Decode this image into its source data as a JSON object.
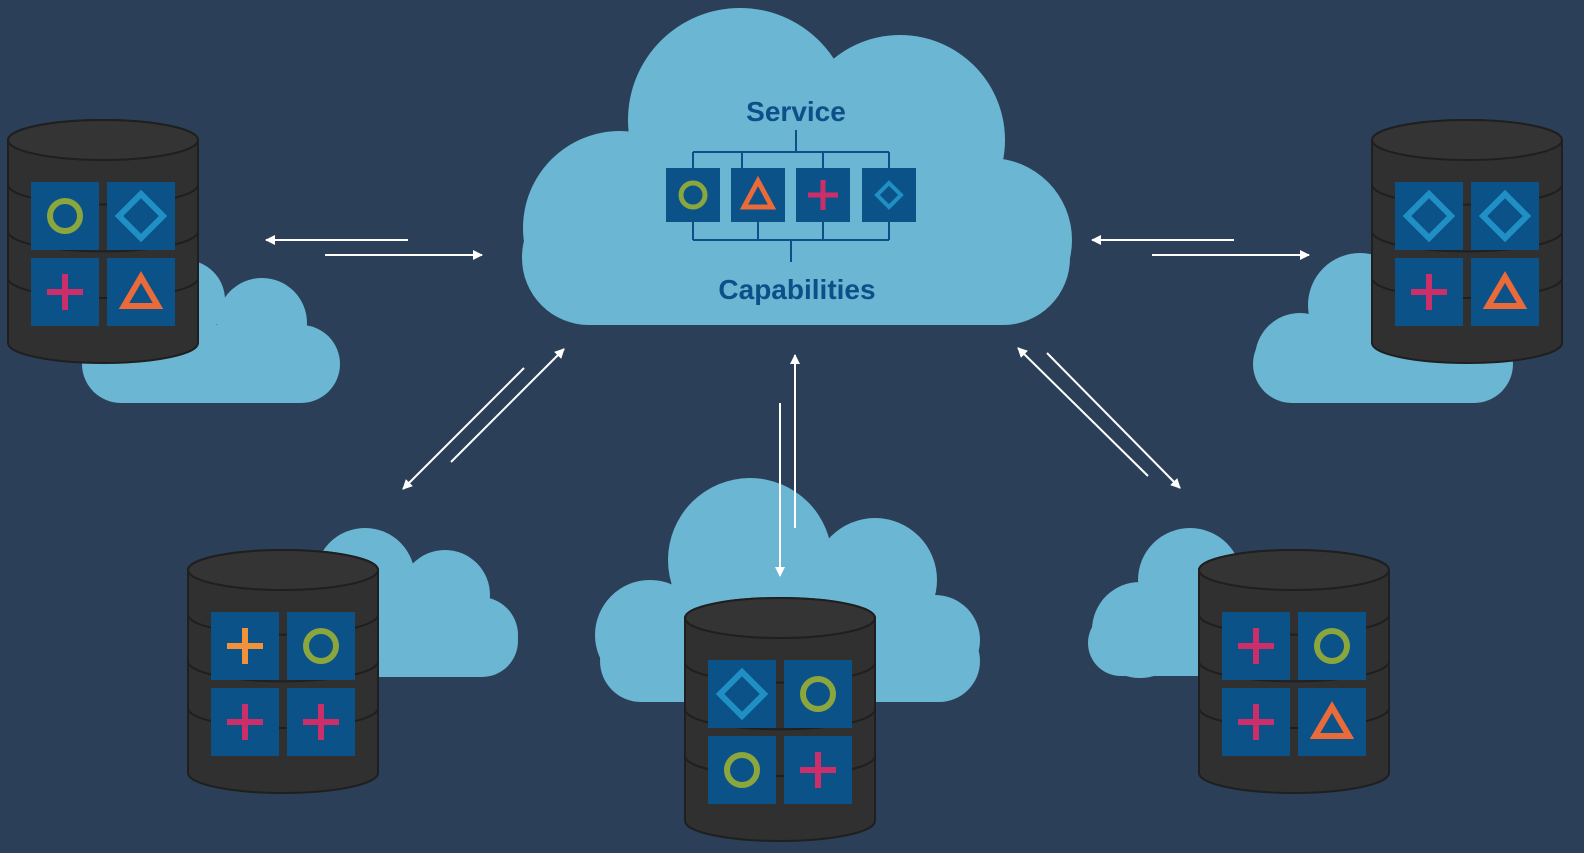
{
  "diagram": {
    "center": {
      "title": "Service",
      "subtitle": "Capabilities",
      "capabilities": [
        "circle",
        "triangle",
        "plus",
        "diamond"
      ]
    },
    "nodes": [
      {
        "name": "node-top-left",
        "tiles": [
          "circle",
          "diamond",
          "plus",
          "triangle"
        ]
      },
      {
        "name": "node-top-right",
        "tiles": [
          "diamond",
          "diamond",
          "plus",
          "triangle"
        ]
      },
      {
        "name": "node-bottom-left",
        "tiles": [
          "plus-orange",
          "circle",
          "plus",
          "plus"
        ]
      },
      {
        "name": "node-bottom-center",
        "tiles": [
          "diamond",
          "circle",
          "circle",
          "plus"
        ]
      },
      {
        "name": "node-bottom-right",
        "tiles": [
          "plus",
          "circle",
          "plus",
          "triangle"
        ]
      }
    ],
    "colors": {
      "background": "#2b4058",
      "cloud": "#6bb6d2",
      "label": "#0d4f88",
      "tile": "#0b5289",
      "cylinder": "#303030",
      "circle": "#8aa63c",
      "diamond": "#1f8fc4",
      "plus": "#cc2e6a",
      "plus_orange": "#f2913b",
      "triangle": "#ea6a3a",
      "arrow": "#ffffff"
    }
  }
}
